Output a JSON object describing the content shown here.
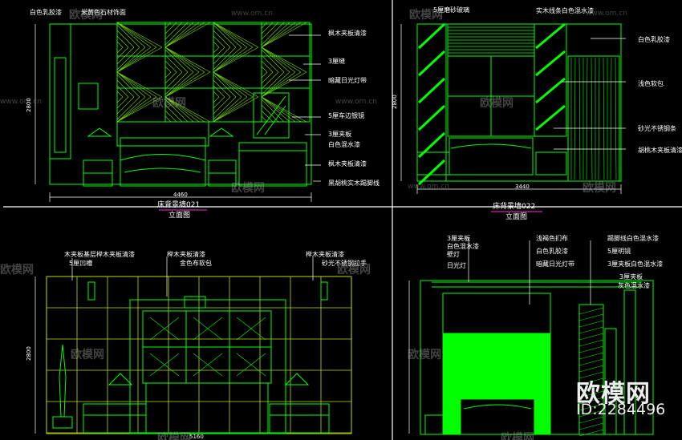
{
  "drawing_1": {
    "labels": [
      "白色乳胶漆",
      "米黄色石材饰面",
      "枫木夹板清漆",
      "3厘缝",
      "暗藏日光灯带",
      "5厘车边银镜",
      "3厘夹板",
      "白色混水漆",
      "枫木夹板清漆",
      "黑胡桃实木踢脚线"
    ],
    "width_dim": "4460",
    "height_dim": "2800",
    "title": "床背景墙021",
    "subtitle": "立面图"
  },
  "drawing_2": {
    "labels": [
      "5厘磨砂玻璃",
      "实木线条白色混水漆",
      "白色乳胶漆",
      "浅色软包",
      "砂光不锈钢条",
      "胡桃木夹板清漆"
    ],
    "width_dim": "3440",
    "height_dim": "2800",
    "title": "床背景墙022",
    "subtitle": "立面图"
  },
  "drawing_3": {
    "labels": [
      "木夹板基层榉木夹板清漆",
      "5厘凹槽",
      "榉木夹板清漆",
      "金色布软包",
      "榉木夹板清漆",
      "砂光不锈钢拉手"
    ],
    "width_dim": "5160",
    "height_dim": "2800"
  },
  "drawing_4": {
    "labels_left": [
      "3厘夹板",
      "白色混水漆",
      "壁灯",
      "日光灯"
    ],
    "labels_mid": [
      "浅褐色扪布",
      "白色乳胶漆",
      "暗藏日光灯带"
    ],
    "labels_right": [
      "踢脚线白色混水漆",
      "5厘明镜",
      "3厘夹板白色混水漆",
      "3厘夹板",
      "灰色混水漆"
    ]
  },
  "watermark": {
    "text": "欧模网",
    "url": "www.om.cn",
    "brand": "欧模网",
    "id": "ID:2284496"
  },
  "colors": {
    "line": "#00ff00",
    "dim": "#ffffff",
    "grid": "#b9e000",
    "bg": "#000000"
  }
}
